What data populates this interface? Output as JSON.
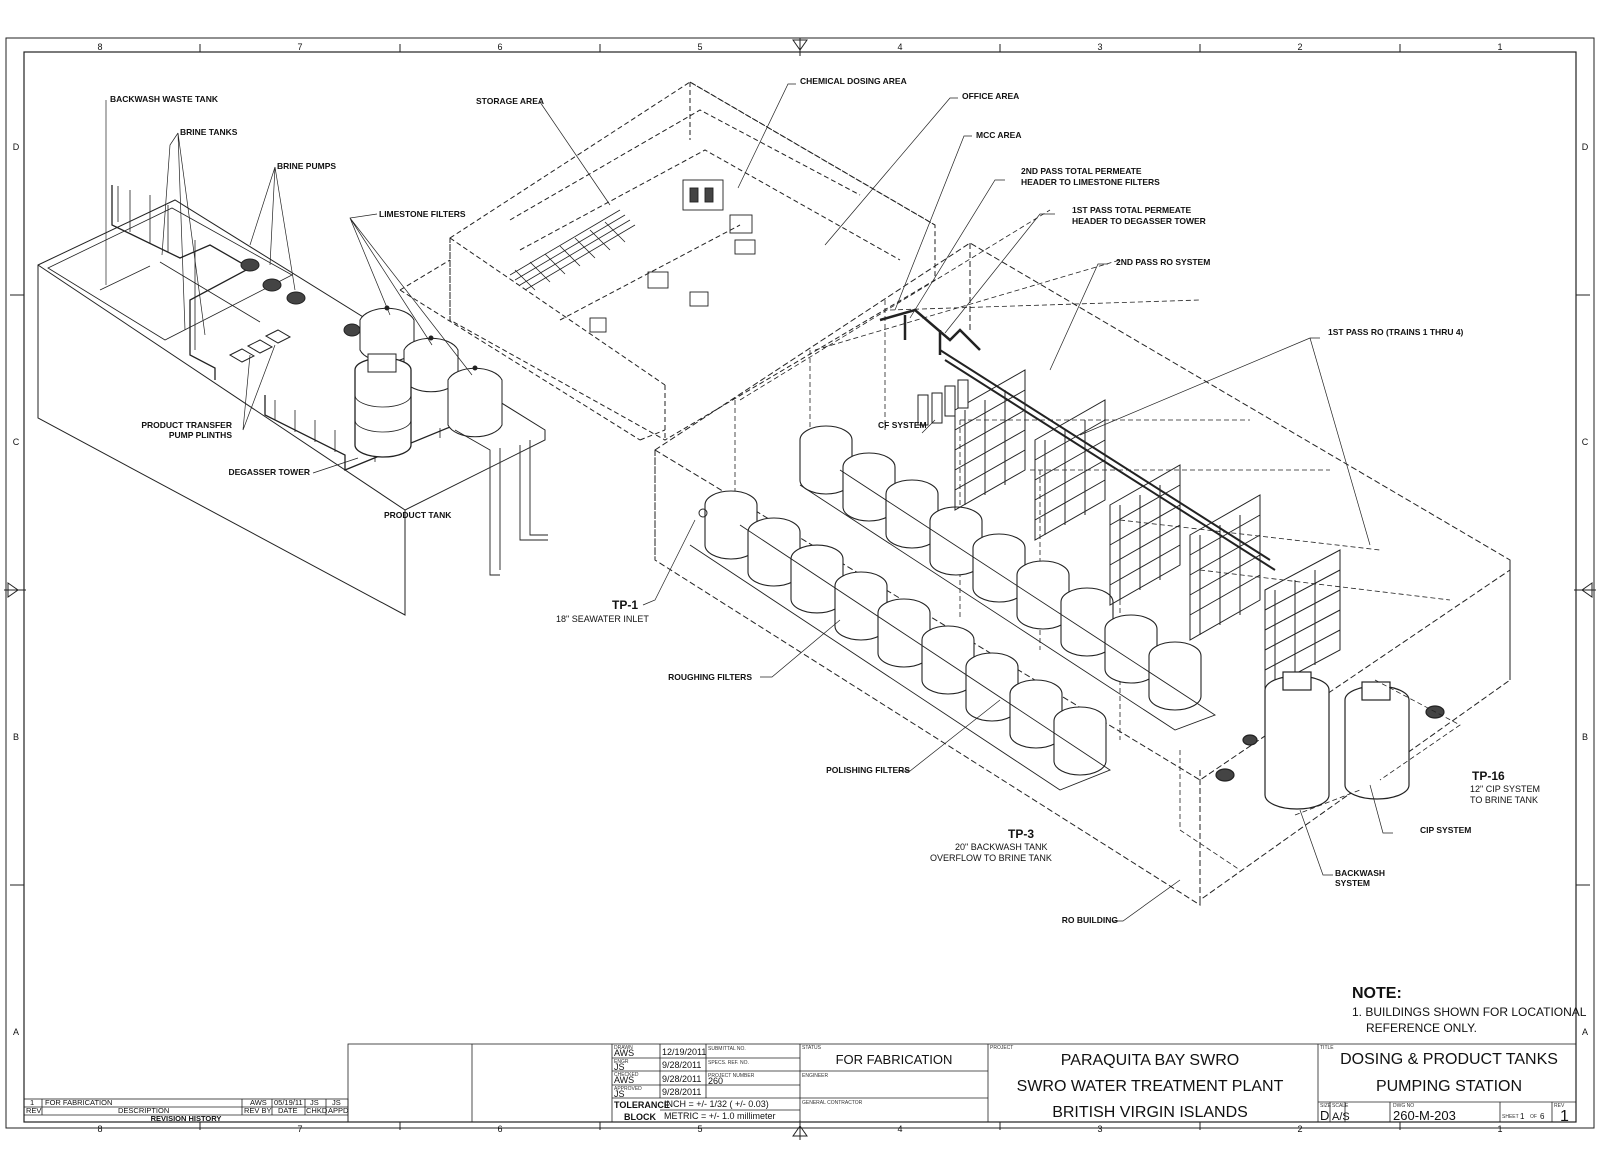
{
  "zones": {
    "columns_top": [
      "8",
      "7",
      "6",
      "5",
      "4",
      "3",
      "2",
      "1"
    ],
    "columns_bottom": [
      "8",
      "7",
      "6",
      "5",
      "4",
      "3",
      "2",
      "1"
    ],
    "rows_left": [
      "D",
      "C",
      "B",
      "A"
    ],
    "rows_right": [
      "D",
      "C",
      "B",
      "A"
    ]
  },
  "callouts": {
    "backwash_waste_tank": "BACKWASH WASTE TANK",
    "brine_tanks": "BRINE TANKS",
    "brine_pumps": "BRINE PUMPS",
    "limestone_filters": "LIMESTONE FILTERS",
    "storage_area": "STORAGE AREA",
    "chemical_dosing_area": "CHEMICAL DOSING AREA",
    "office_area": "OFFICE AREA",
    "mcc_area": "MCC AREA",
    "second_pass_permeate_l1": "2ND PASS TOTAL PERMEATE",
    "second_pass_permeate_l2": "HEADER TO LIMESTONE FILTERS",
    "first_pass_permeate_l1": "1ST PASS TOTAL PERMEATE",
    "first_pass_permeate_l2": "HEADER TO DEGASSER TOWER",
    "second_pass_ro": "2ND PASS RO SYSTEM",
    "first_pass_ro": "1ST PASS RO (TRAINS 1 THRU 4)",
    "cf_system": "CF SYSTEM",
    "product_transfer_l1": "PRODUCT TRANSFER",
    "product_transfer_l2": "PUMP PLINTHS",
    "degasser_tower": "DEGASSER TOWER",
    "product_tank": "PRODUCT TANK",
    "roughing_filters": "ROUGHING FILTERS",
    "polishing_filters": "POLISHING FILTERS",
    "cip_system": "CIP SYSTEM",
    "backwash_system_l1": "BACKWASH",
    "backwash_system_l2": "SYSTEM",
    "ro_building": "RO BUILDING"
  },
  "tie_points": {
    "tp1_label": "TP-1",
    "tp1_desc": "18\" SEAWATER INLET",
    "tp3_label": "TP-3",
    "tp3_desc_l1": "20\" BACKWASH TANK",
    "tp3_desc_l2": "OVERFLOW TO BRINE TANK",
    "tp16_label": "TP-16",
    "tp16_desc_l1": "12\" CIP SYSTEM",
    "tp16_desc_l2": "TO BRINE TANK"
  },
  "note": {
    "title": "NOTE:",
    "line1": "1. BUILDINGS SHOWN FOR LOCATIONAL",
    "line2": "REFERENCE ONLY."
  },
  "revision_history": {
    "row": {
      "rev": "1",
      "description": "FOR FABRICATION",
      "rev_by": "AWS",
      "date": "05/19/11",
      "chkd": "JS",
      "appd": "JS"
    },
    "headers": {
      "rev": "REV",
      "description": "DESCRIPTION",
      "rev_by": "REV BY",
      "date": "DATE",
      "chkd": "CHKD",
      "appd": "APPD"
    },
    "title": "REVISION HISTORY"
  },
  "title_block": {
    "drawn_label": "DRAWN",
    "drawn_by": "AWS",
    "drawn_date": "12/19/2011",
    "engr_label": "ENGR",
    "engr_by": "JS",
    "engr_date": "9/28/2011",
    "checked_label": "CHECKED",
    "checked_by": "AWS",
    "checked_date": "9/28/2011",
    "approved_label": "APPROVED",
    "approved_by": "JS",
    "approved_date": "9/28/2011",
    "submittal_label": "SUBMITTAL NO.",
    "specs_label": "SPECS. REF. NO.",
    "project_number_label": "PROJECT NUMBER",
    "project_number": "260",
    "tolerance_l1": "TOLERANCE",
    "tolerance_l2": "BLOCK",
    "tolerance_inch": "INCH = +/- 1/32 ( +/- 0.03)",
    "tolerance_metric": "METRIC = +/- 1.0 millimeter",
    "status_label": "STATUS",
    "status": "FOR FABRICATION",
    "engineer_label": "ENGINEER",
    "general_contractor_label": "GENERAL CONTRACTOR",
    "project_label": "PROJECT",
    "project_l1": "PARAQUITA BAY SWRO",
    "project_l2": "SWRO WATER TREATMENT PLANT",
    "project_l3": "BRITISH VIRGIN ISLANDS",
    "title_label": "TITLE",
    "title_l1": "DOSING & PRODUCT TANKS",
    "title_l2": "PUMPING STATION",
    "size_label": "SIZE",
    "size": "D",
    "scale_label": "SCALE",
    "scale": "A/S",
    "dwg_label": "DWG NO",
    "dwg_no": "260-M-203",
    "sheet_label": "SHEET",
    "sheet_no": "1",
    "of_label": "OF",
    "sheet_total": "6",
    "rev_label": "REV",
    "rev": "1"
  }
}
